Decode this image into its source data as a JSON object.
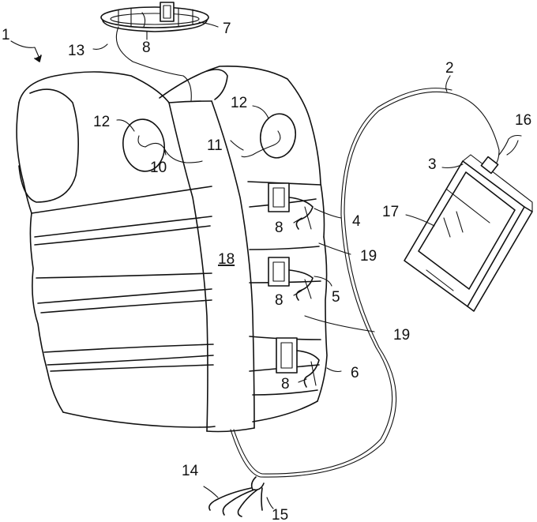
{
  "labels": {
    "l1": "1",
    "l2": "2",
    "l3": "3",
    "l4": "4",
    "l5": "5",
    "l6": "6",
    "l7": "7",
    "l8_top": "8",
    "l8_a": "8",
    "l8_b": "8",
    "l8_c": "8",
    "l10": "10",
    "l11": "11",
    "l12_left": "12",
    "l12_right": "12",
    "l13": "13",
    "l14": "14",
    "l15": "15",
    "l16": "16",
    "l17": "17",
    "l18": "18",
    "l19_a": "19",
    "l19_b": "19"
  }
}
